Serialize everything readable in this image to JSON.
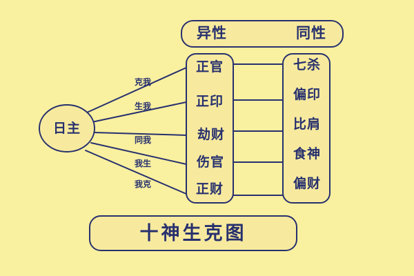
{
  "diagram": {
    "title": "十神生克图",
    "center_node": {
      "label": "日主",
      "name": "day-master"
    },
    "header_box": {
      "left_label": "异性",
      "right_label": "同性"
    },
    "relations": [
      {
        "label": "克我",
        "row": 0
      },
      {
        "label": "生我",
        "row": 1
      },
      {
        "label": "同我",
        "row": 2
      },
      {
        "label": "我生",
        "row": 3
      },
      {
        "label": "我克",
        "row": 4
      }
    ],
    "columns": {
      "opposite_polarity": {
        "heading": "异性",
        "cells": [
          "正官",
          "正印",
          "劫财",
          "伤官",
          "正财"
        ]
      },
      "same_polarity": {
        "heading": "同性",
        "cells": [
          "七杀",
          "偏印",
          "比肩",
          "食神",
          "偏财"
        ]
      }
    },
    "colors": {
      "background": "#f9f0a0",
      "stroke": "#27306e",
      "panel_fill": "#f7ea9e"
    }
  }
}
